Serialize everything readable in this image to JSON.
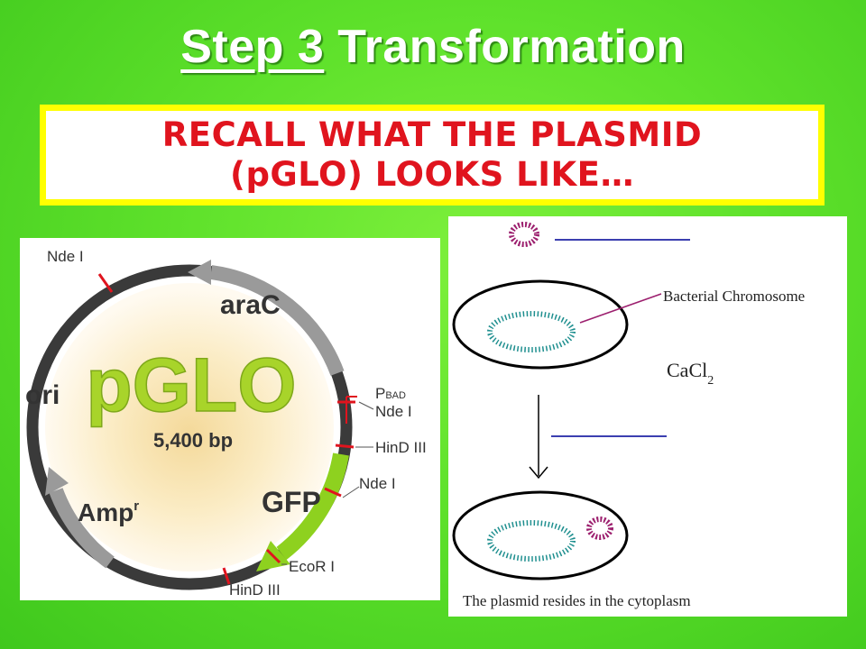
{
  "title": {
    "step": "Step 3",
    "rest": " Transformation"
  },
  "recall": {
    "line1": "RECALL WHAT THE PLASMID",
    "line2": "(pGLO) LOOKS LIKE…"
  },
  "plasmid_map": {
    "name": "pGLO",
    "size": "5,400 bp",
    "features": {
      "araC": "araC",
      "ori": "ori",
      "amp": "Amp",
      "amp_sup": "r",
      "gfp": "GFP"
    },
    "sites": {
      "nde_top": "Nde I",
      "pbad": "P",
      "pbad_sub": "BAD",
      "nde_mid": "Nde I",
      "hind_mid": "HinD III",
      "nde_low": "Nde I",
      "ecor": "EcoR I",
      "hind_bottom": "HinD III"
    }
  },
  "transformation": {
    "chromosome_label": "Bacterial Chromosome",
    "reagent": "CaCl",
    "reagent_sub": "2",
    "caption": "The plasmid resides in the cytoplasm"
  },
  "colors": {
    "background": "#5ee12b",
    "title": "#ffffff",
    "recall_text": "#e0141e",
    "recall_border": "#ffff00",
    "plasmid_ring": "#3a3a3a",
    "gfp_arrow": "#8ed11f",
    "site_mark": "#e0141e",
    "plasmid_small": "#9c1f6e",
    "chromosome_coil": "#1f8f8f",
    "blank_line": "#3b3fb0"
  }
}
